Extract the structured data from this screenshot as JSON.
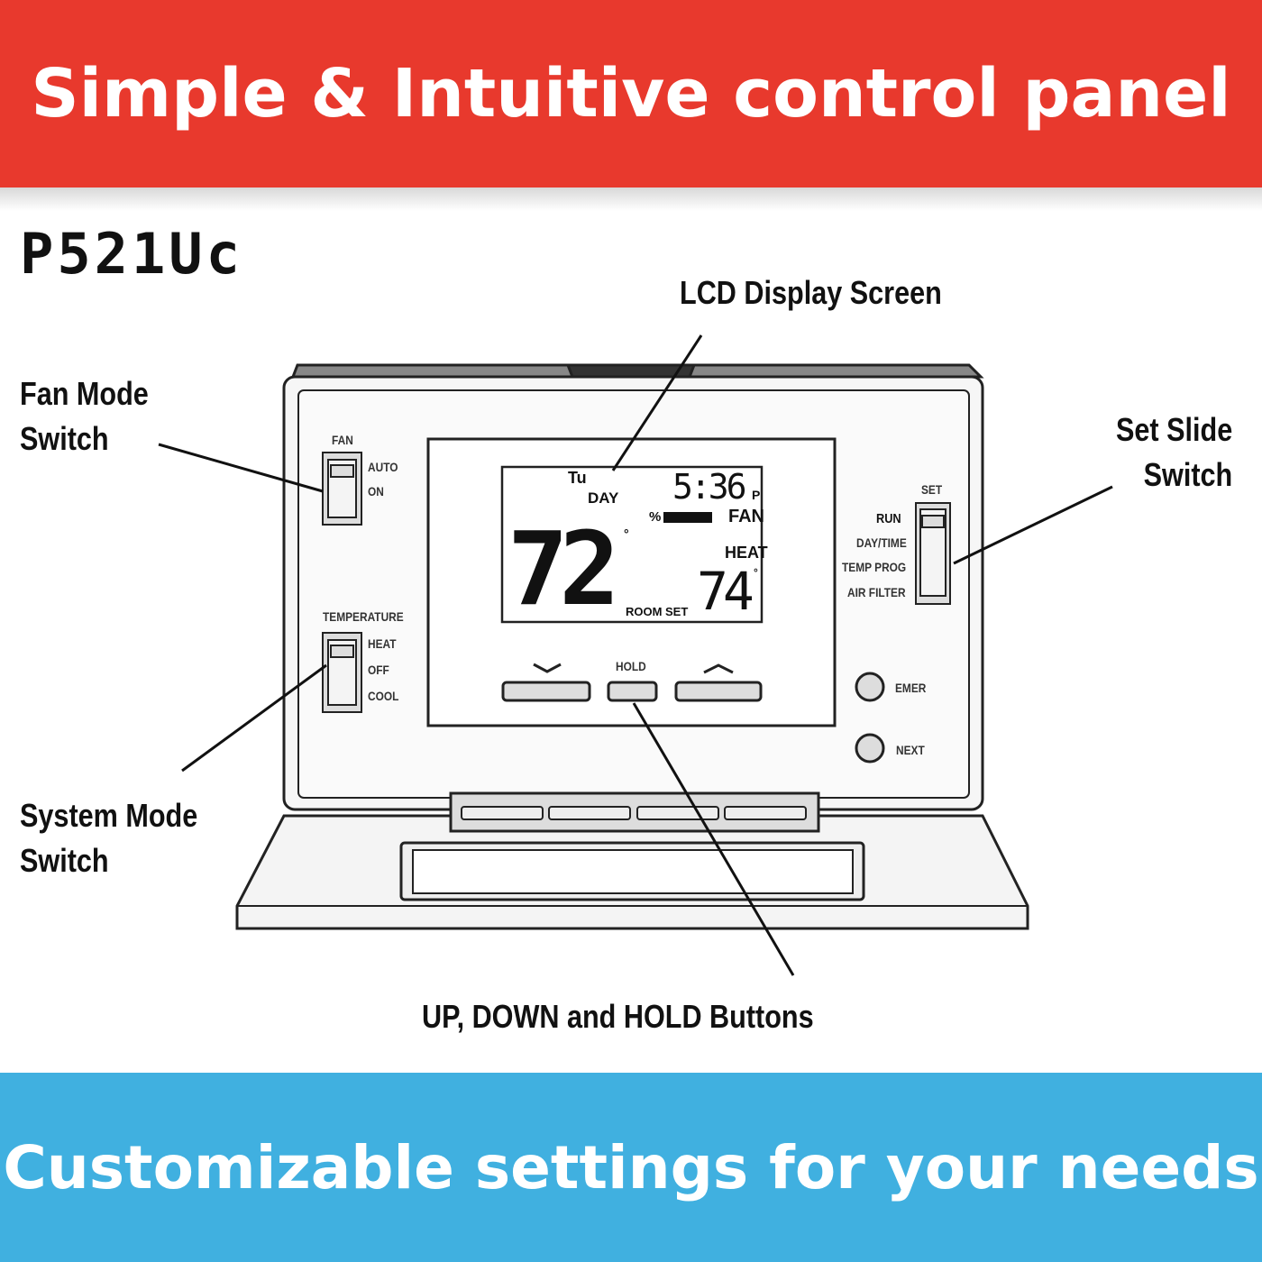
{
  "header": {
    "title": "Simple & Intuitive control panel",
    "bg_color": "#e8392d"
  },
  "footer": {
    "title": "Customizable settings for your needs",
    "bg_color": "#40b0e0"
  },
  "model": "P521Uc",
  "callouts": {
    "lcd": "LCD Display Screen",
    "fan_mode": [
      "Fan Mode",
      "Switch"
    ],
    "set_slide": [
      "Set Slide",
      "Switch"
    ],
    "system_mode": [
      "System Mode",
      "Switch"
    ],
    "buttons": "UP, DOWN and HOLD Buttons"
  },
  "fan_switch": {
    "label": "FAN",
    "options": [
      "AUTO",
      "ON"
    ]
  },
  "temp_switch": {
    "label": "TEMPERATURE",
    "options": [
      "HEAT",
      "OFF",
      "COOL"
    ]
  },
  "set_switch": {
    "label": "SET",
    "options": [
      "RUN",
      "DAY/TIME",
      "TEMP PROG",
      "AIR FILTER"
    ]
  },
  "lcd": {
    "day": "Tu",
    "day_label": "DAY",
    "time": "5:36",
    "ampm": "P",
    "percent": "%",
    "fan": "FAN",
    "room_temp": "72",
    "room_label": "ROOM",
    "mode": "HEAT",
    "set_temp": "74",
    "set_label": "SET",
    "degree": "°"
  },
  "buttons": {
    "down": "⌄",
    "hold": "HOLD",
    "up": "⌃",
    "emer": "EMER",
    "next": "NEXT"
  }
}
